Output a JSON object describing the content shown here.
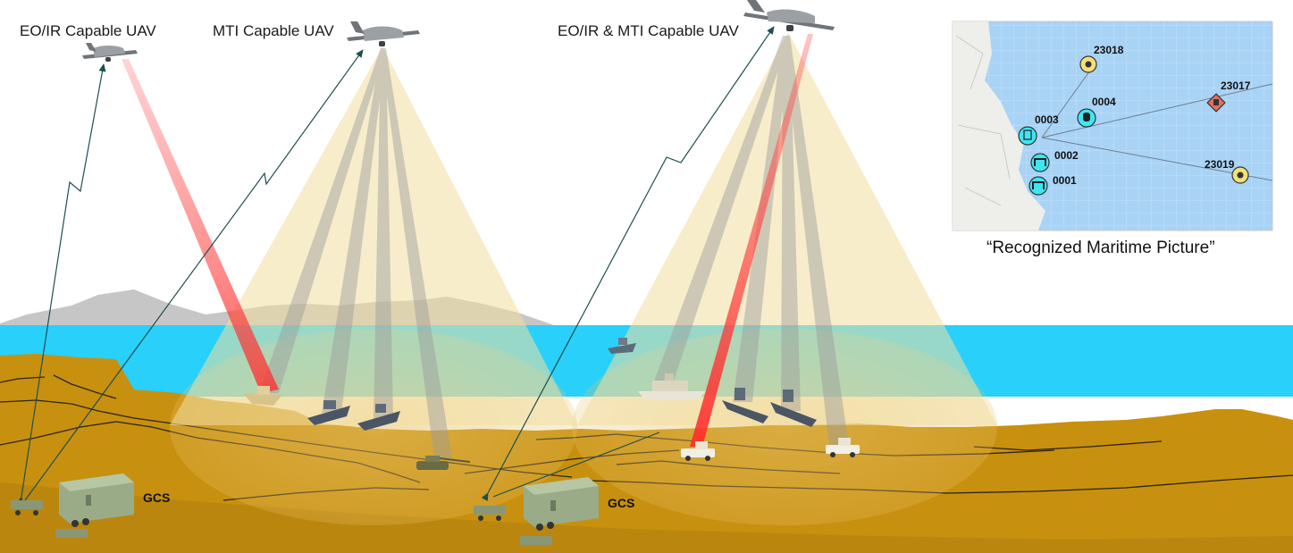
{
  "uav_labels": {
    "eo_ir": "EO/IR Capable UAV",
    "mti": "MTI Capable UAV",
    "eo_ir_mti": "EO/IR & MTI Capable UAV"
  },
  "ground_stations": {
    "left": "GCS",
    "right": "GCS"
  },
  "maritime_picture": {
    "caption": "“Recognized Maritime Picture”",
    "tracks": {
      "t23018": "23018",
      "t23017": "23017",
      "t23019": "23019",
      "t0004": "0004",
      "t0003": "0003",
      "t0002": "0002",
      "t0001": "0001"
    }
  },
  "colors": {
    "sky": "#ffffff",
    "sea": "#29d0f9",
    "land": "#c8900f",
    "mountain": "#c4c4c4",
    "mti_cone": "#f3dfa0",
    "laser": "#ff3b3b",
    "map_sea": "#a9d3f5",
    "map_land": "#eeeeea"
  }
}
